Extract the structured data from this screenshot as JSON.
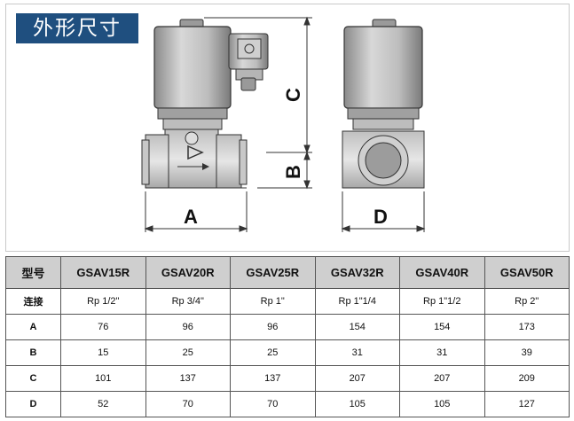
{
  "title": "外形尺寸",
  "dimension_labels": {
    "a": "A",
    "b": "B",
    "c": "C",
    "d": "D"
  },
  "table": {
    "header": [
      "型号",
      "GSAV15R",
      "GSAV20R",
      "GSAV25R",
      "GSAV32R",
      "GSAV40R",
      "GSAV50R"
    ],
    "rows": [
      [
        "连接",
        "Rp 1/2\"",
        "Rp 3/4\"",
        "Rp 1\"",
        "Rp 1\"1/4",
        "Rp 1\"1/2",
        "Rp 2\""
      ],
      [
        "A",
        "76",
        "96",
        "96",
        "154",
        "154",
        "173"
      ],
      [
        "B",
        "15",
        "25",
        "25",
        "31",
        "31",
        "39"
      ],
      [
        "C",
        "101",
        "137",
        "137",
        "207",
        "207",
        "209"
      ],
      [
        "D",
        "52",
        "70",
        "70",
        "105",
        "105",
        "127"
      ]
    ]
  }
}
